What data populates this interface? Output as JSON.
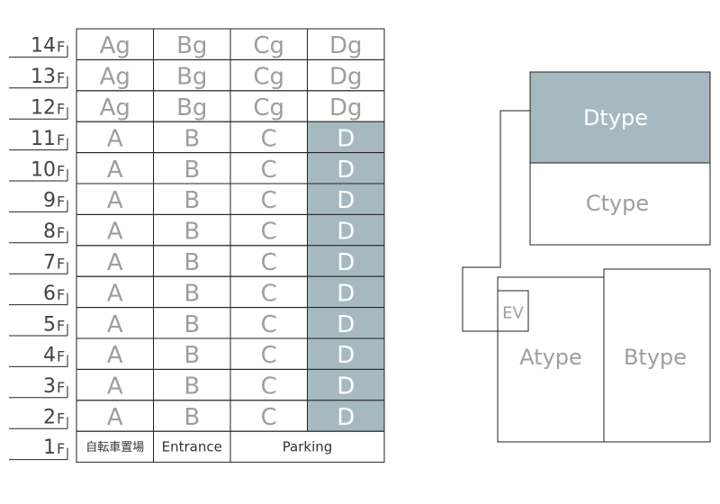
{
  "highlight_color": "#a7b9c0",
  "floor_suffix": "F",
  "upper_floors": [
    {
      "num": "14",
      "units": [
        "Ag",
        "Bg",
        "Cg",
        "Dg"
      ]
    },
    {
      "num": "13",
      "units": [
        "Ag",
        "Bg",
        "Cg",
        "Dg"
      ]
    },
    {
      "num": "12",
      "units": [
        "Ag",
        "Bg",
        "Cg",
        "Dg"
      ]
    }
  ],
  "standard_floors": [
    {
      "num": "11",
      "units": [
        "A",
        "B",
        "C",
        "D"
      ]
    },
    {
      "num": "10",
      "units": [
        "A",
        "B",
        "C",
        "D"
      ]
    },
    {
      "num": "9",
      "units": [
        "A",
        "B",
        "C",
        "D"
      ]
    },
    {
      "num": "8",
      "units": [
        "A",
        "B",
        "C",
        "D"
      ]
    },
    {
      "num": "7",
      "units": [
        "A",
        "B",
        "C",
        "D"
      ]
    },
    {
      "num": "6",
      "units": [
        "A",
        "B",
        "C",
        "D"
      ]
    },
    {
      "num": "5",
      "units": [
        "A",
        "B",
        "C",
        "D"
      ]
    },
    {
      "num": "4",
      "units": [
        "A",
        "B",
        "C",
        "D"
      ]
    },
    {
      "num": "3",
      "units": [
        "A",
        "B",
        "C",
        "D"
      ]
    },
    {
      "num": "2",
      "units": [
        "A",
        "B",
        "C",
        "D"
      ]
    }
  ],
  "ground_floor": {
    "num": "1",
    "bicycle_parking": "自転車置場",
    "entrance": "Entrance",
    "parking": "Parking"
  },
  "floor_plan": {
    "dtype": "Dtype",
    "ctype": "Ctype",
    "atype": "Atype",
    "btype": "Btype",
    "ev": "EV"
  }
}
